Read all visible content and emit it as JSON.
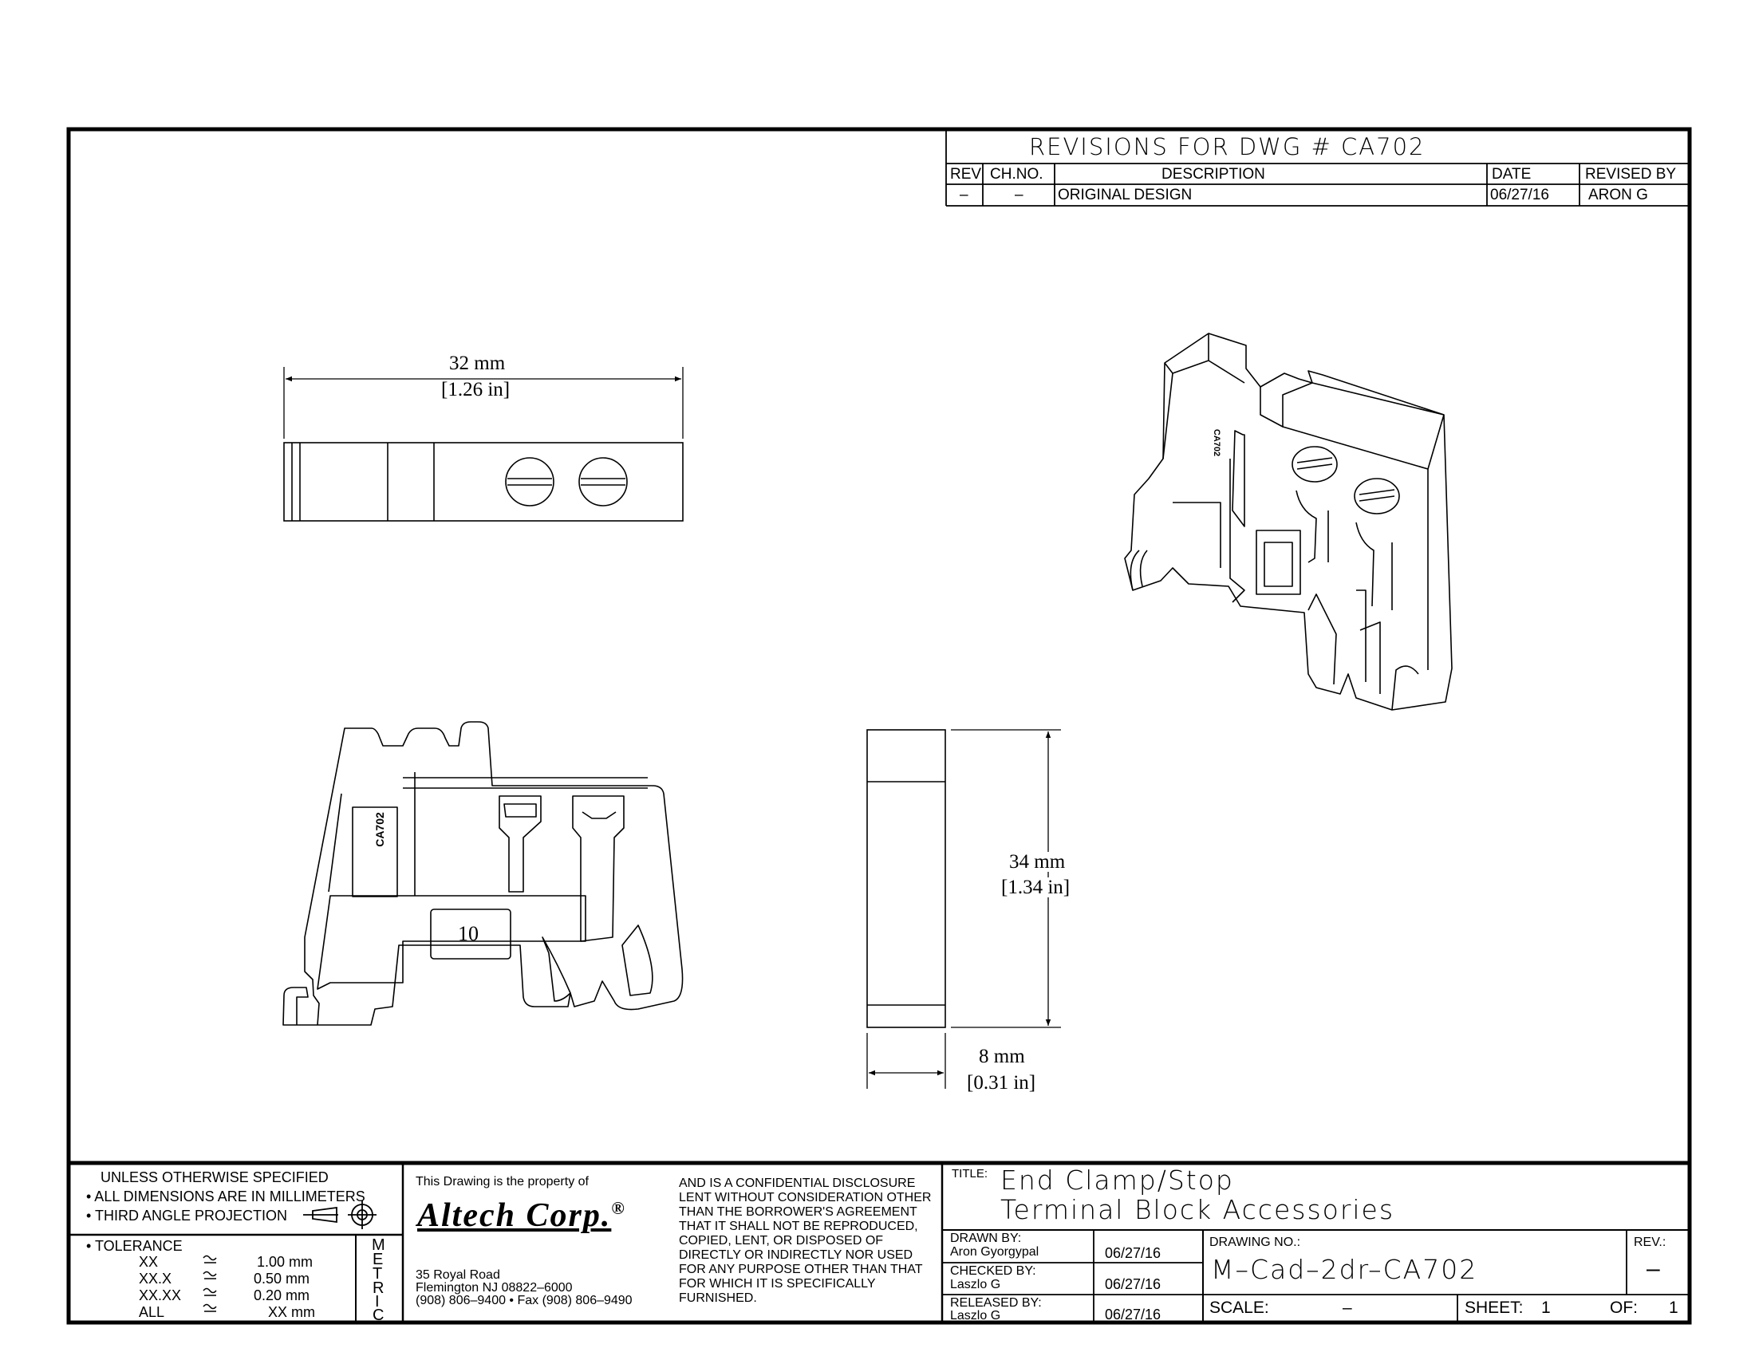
{
  "revisions": {
    "header": "REVISIONS FOR DWG # CA702",
    "columns": [
      "REV",
      "CH.NO.",
      "DESCRIPTION",
      "DATE",
      "REVISED BY"
    ],
    "rows": [
      {
        "rev": "–",
        "chno": "–",
        "description": "ORIGINAL DESIGN",
        "date": "06/27/16",
        "revised_by": "ARON G"
      }
    ]
  },
  "views": {
    "top_width_mm": "32 mm",
    "top_width_in": "[1.26 in]",
    "part_marking": "CA702",
    "slot_number": "10",
    "side_height_mm": "34 mm",
    "side_height_in": "[1.34 in]",
    "side_width_mm": "8 mm",
    "side_width_in": "[0.31 in]"
  },
  "notes": {
    "line1": "UNLESS OTHERWISE SPECIFIED",
    "line2": "• ALL DIMENSIONS ARE IN MILLIMETERS",
    "line3": "• THIRD ANGLE PROJECTION",
    "tolerance_label": "• TOLERANCE",
    "tolerances": [
      {
        "fmt": "XX",
        "val": "1.00 mm"
      },
      {
        "fmt": "XX.X",
        "val": "0.50 mm"
      },
      {
        "fmt": "XX.XX",
        "val": "0.20 mm"
      },
      {
        "fmt": "ALL",
        "val": "XX mm"
      }
    ],
    "metric": [
      "M",
      "E",
      "T",
      "R",
      "I",
      "C"
    ]
  },
  "company": {
    "property_line": "This Drawing is the property of",
    "logo": "Altech Corp.",
    "reg": "®",
    "address1": "35 Royal Road",
    "address2": "Flemington NJ 08822–6000",
    "phone": "(908) 806–9400 • Fax (908) 806–9490",
    "disclosure": [
      "AND IS A CONFIDENTIAL DISCLOSURE",
      "LENT WITHOUT CONSIDERATION OTHER",
      "THAN THE BORROWER'S AGREEMENT",
      "THAT IT SHALL NOT BE REPRODUCED,",
      "COPIED, LENT, OR DISPOSED OF",
      "DIRECTLY OR INDIRECTLY NOR USED",
      "FOR ANY PURPOSE OTHER THAN THAT",
      "FOR WHICH IT IS SPECIFICALLY",
      "FURNISHED."
    ]
  },
  "title_block": {
    "title_label": "TITLE:",
    "title_line1": "End Clamp/Stop",
    "title_line2": "Terminal Block Accessories",
    "drawn_label": "DRAWN BY:",
    "drawn_name": "Aron Gyorgypal",
    "drawn_date": "06/27/16",
    "checked_label": "CHECKED BY:",
    "checked_name": "Laszlo G",
    "checked_date": "06/27/16",
    "released_label": "RELEASED BY:",
    "released_name": "Laszlo G",
    "released_date": "06/27/16",
    "drawing_no_label": "DRAWING NO.:",
    "drawing_no": "M–Cad–2dr–CA702",
    "rev_label": "REV.:",
    "rev": "–",
    "scale_label": "SCALE:",
    "scale": "–",
    "sheet_label": "SHEET:",
    "sheet": "1",
    "of_label": "OF:",
    "of": "1"
  }
}
